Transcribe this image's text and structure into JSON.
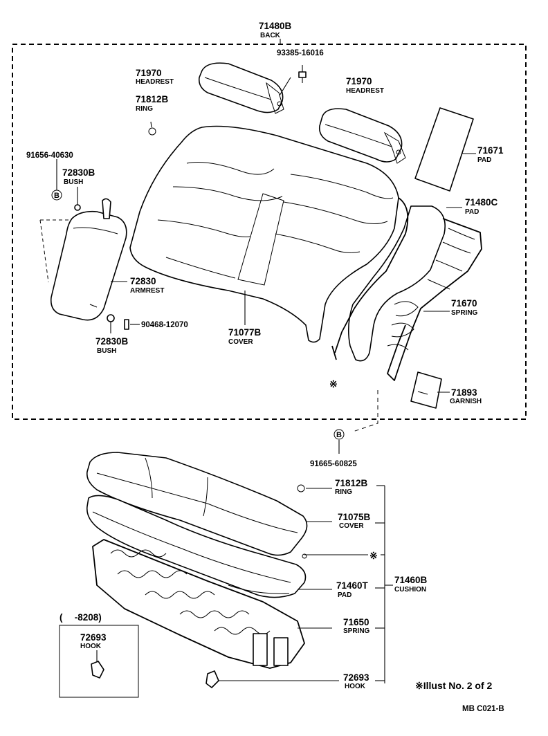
{
  "parts": [
    {
      "key": "back",
      "number": "71480B",
      "label": "BACK"
    },
    {
      "key": "bolt_top",
      "number": "93385-16016",
      "label": ""
    },
    {
      "key": "headrest_left",
      "number": "71970",
      "label": "HEADREST"
    },
    {
      "key": "headrest_right",
      "number": "71970",
      "label": "HEADREST"
    },
    {
      "key": "ring_top",
      "number": "71812B",
      "label": "RING"
    },
    {
      "key": "pad_side",
      "number": "71671",
      "label": "PAD"
    },
    {
      "key": "bolt_left",
      "number": "91656-40630",
      "label": ""
    },
    {
      "key": "bush_top",
      "number": "72830B",
      "label": "BUSH"
    },
    {
      "key": "pad_c",
      "number": "71480C",
      "label": "PAD"
    },
    {
      "key": "armrest",
      "number": "72830",
      "label": "ARMREST"
    },
    {
      "key": "spring_back",
      "number": "71670",
      "label": "SPRING"
    },
    {
      "key": "screw",
      "number": "90468-12070",
      "label": ""
    },
    {
      "key": "bush_bottom",
      "number": "72830B",
      "label": "BUSH"
    },
    {
      "key": "cover_back",
      "number": "71077B",
      "label": "COVER"
    },
    {
      "key": "garnish",
      "number": "71893",
      "label": "GARNISH"
    },
    {
      "key": "bolt_b",
      "number": "91665-60825",
      "label": ""
    },
    {
      "key": "ring_bottom",
      "number": "71812B",
      "label": "RING"
    },
    {
      "key": "cover_cushion",
      "number": "71075B",
      "label": "COVER"
    },
    {
      "key": "pad_t",
      "number": "71460T",
      "label": "PAD"
    },
    {
      "key": "cushion",
      "number": "71460B",
      "label": "CUSHION"
    },
    {
      "key": "spring_cushion",
      "number": "71650",
      "label": "SPRING"
    },
    {
      "key": "hook_right",
      "number": "72693",
      "label": "HOOK"
    },
    {
      "key": "hook_inset",
      "number": "72693",
      "label": "HOOK"
    }
  ],
  "markers": {
    "b": "B",
    "asterisk": "※"
  },
  "inset": {
    "range": "(　 -8208)"
  },
  "footer": {
    "illust": "※Illust No. 2 of 2",
    "code": "MB  C021-B"
  }
}
